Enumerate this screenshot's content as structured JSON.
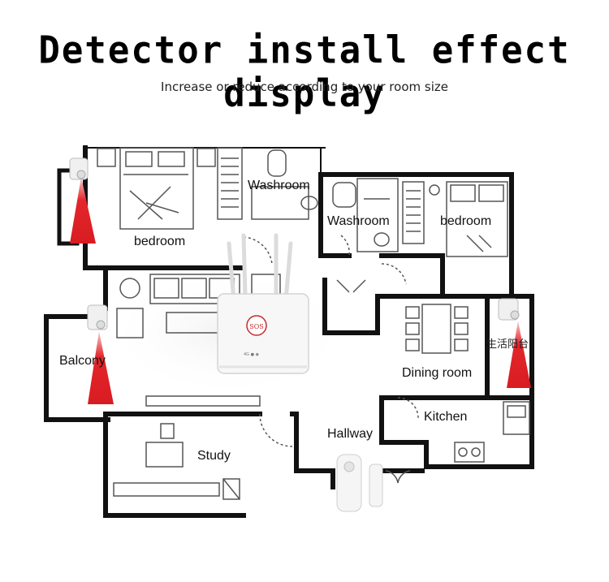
{
  "header": {
    "title": "Detector install effect display",
    "subtitle": "Increase or reduce according to your room size"
  },
  "rooms": {
    "bedroom_left": "bedroom",
    "washroom_top": "Washroom",
    "washroom_mid": "Washroom",
    "bedroom_right": "bedroom",
    "balcony": "Balcony",
    "dining_room": "Dining room",
    "kitchen": "Kitchen",
    "hallway": "Hallway",
    "study": "Study",
    "chinese_label": "生活阳台"
  },
  "hub": {
    "sos_label": "SOS"
  },
  "colors": {
    "wall": "#111111",
    "beam": "#e3262b",
    "furniture": "#555555"
  }
}
